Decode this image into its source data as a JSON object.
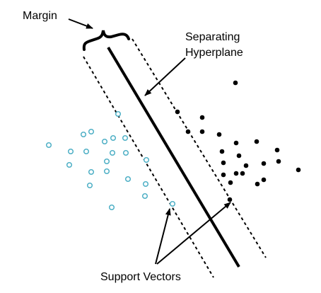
{
  "labels": {
    "margin": "Margin",
    "hyperplane_line1": "Separating",
    "hyperplane_line2": "Hyperplane",
    "support_vectors": "Support Vectors"
  },
  "colors": {
    "class_a_stroke": "#4fb0c6",
    "class_b_fill": "#000000",
    "lines": "#000000"
  },
  "icons": {
    "margin_brace": "curly-brace-icon",
    "arrows": "arrow-icon"
  }
}
